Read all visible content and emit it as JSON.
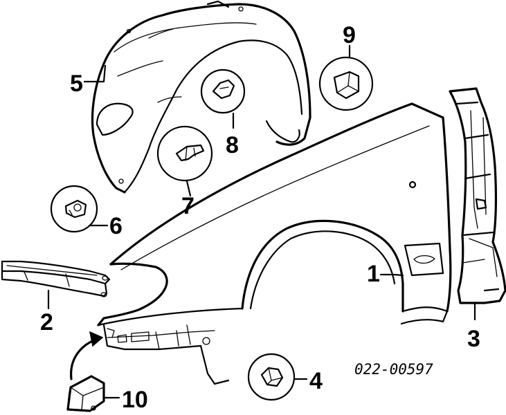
{
  "diagram": {
    "callouts": {
      "c1": "1",
      "c2": "2",
      "c3": "3",
      "c4": "4",
      "c5": "5",
      "c6": "6",
      "c7": "7",
      "c8": "8",
      "c9": "9",
      "c10": "10"
    },
    "part_code": "022-00597"
  }
}
